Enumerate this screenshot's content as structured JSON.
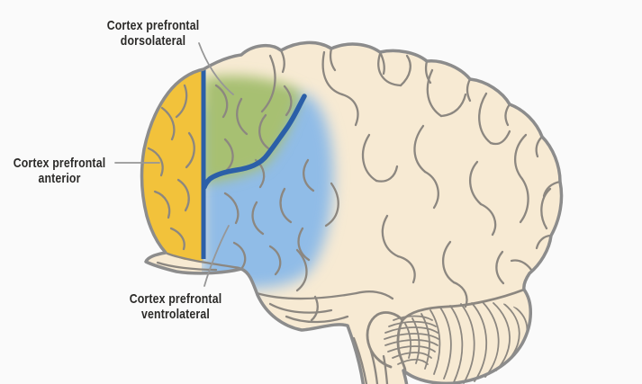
{
  "figure": {
    "type": "anatomy-diagram",
    "subject": "Prefrontal cortex regions on lateral brain view",
    "background_color": "#FAFAFA",
    "brain": {
      "fill": "#F7EAD3",
      "outline": "#8C8C8C",
      "sulci_color": "#8C8780"
    },
    "regions": {
      "dorsolateral": {
        "name_line1": "Cortex prefrontal",
        "name_line2": "dorsolateral",
        "color": "#A7C072"
      },
      "anterior": {
        "name_line1": "Cortex prefrontal",
        "name_line2": "anterior",
        "color": "#F2C23B"
      },
      "ventrolateral": {
        "name_line1": "Cortex prefrontal",
        "name_line2": "ventrolateral",
        "color": "#90BCE7"
      }
    },
    "divider_color": "#2B5FA8",
    "leader_color": "#979797",
    "text_color": "#2B2A28"
  }
}
